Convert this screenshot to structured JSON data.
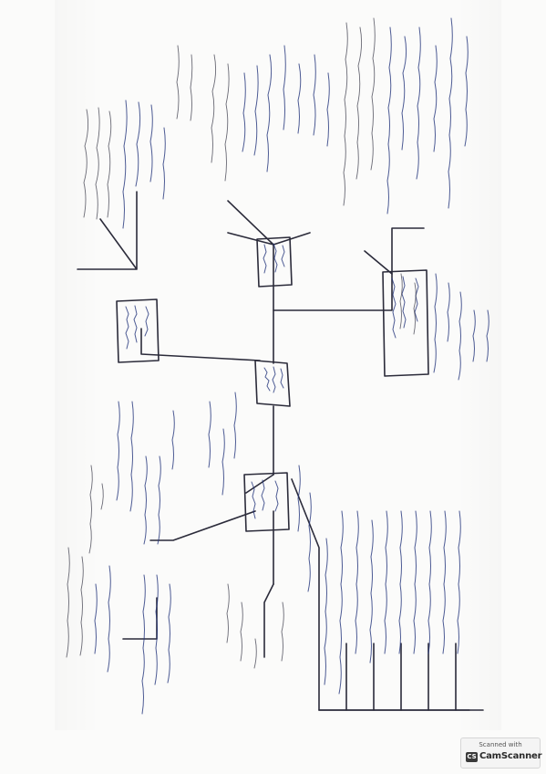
{
  "document": {
    "central_topic": "",
    "branches": [
      {
        "id": "adn-compaction",
        "label": ""
      },
      {
        "id": "nuclear-envelope",
        "label": ""
      },
      {
        "id": "nucleolus",
        "label": ""
      },
      {
        "id": "nuclear-pores",
        "label": ""
      },
      {
        "id": "nuclear-bodies",
        "label": ""
      },
      {
        "id": "transport",
        "label": ""
      }
    ]
  },
  "camscanner": {
    "scanned_with": "Scanned with",
    "brand": "CamScanner",
    "logo_text": "CS"
  },
  "colors": {
    "ink": "#2b2b3a",
    "blue_ink": "#1d2a6b",
    "paper": "#fbfbfa"
  }
}
